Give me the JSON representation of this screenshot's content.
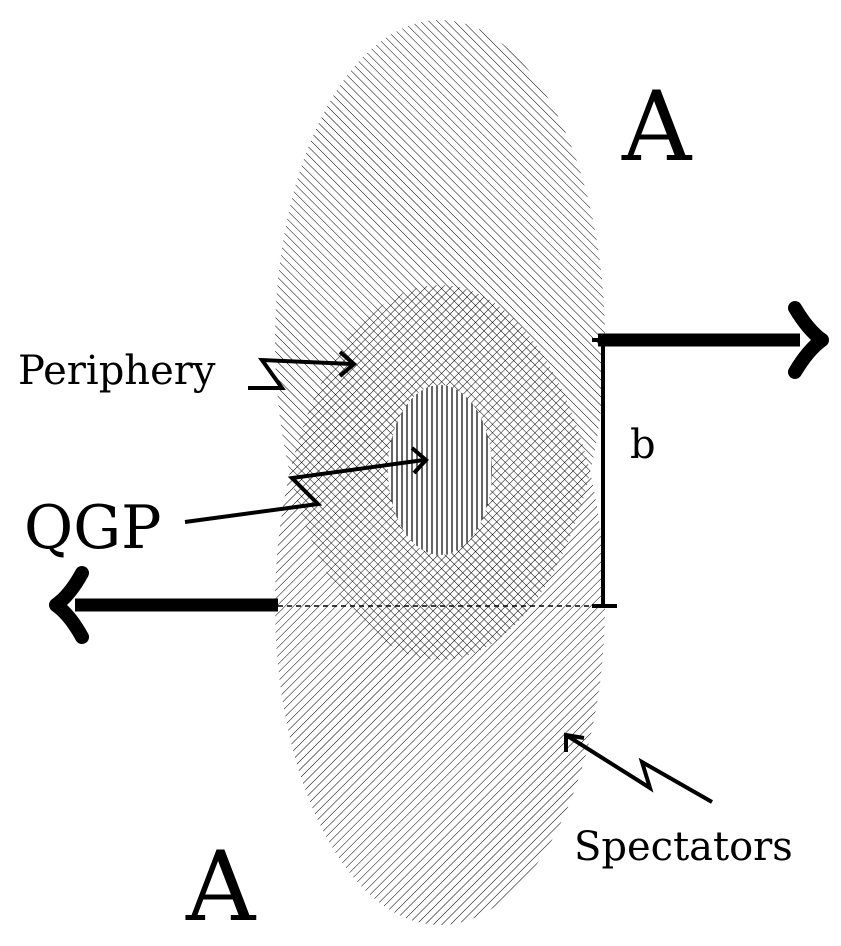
{
  "labels": {
    "nucleus_top": "A",
    "nucleus_bottom": "A",
    "periphery": "Periphery",
    "qgp": "QGP",
    "impact_parameter": "b",
    "spectators": "Spectators"
  },
  "colors": {
    "ink": "#000000",
    "background": "#ffffff"
  }
}
